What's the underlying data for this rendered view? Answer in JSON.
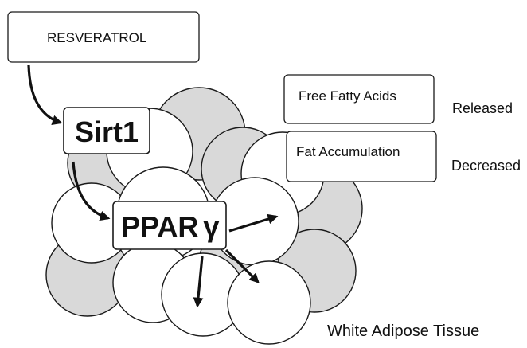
{
  "resveratrol": "RESVERATROL",
  "sirt1": "Sirt1",
  "ppar": "PPAR",
  "ppar_symbol": "γ",
  "free_fatty_acids": "Free Fatty Acids",
  "released": "Released",
  "fat_accumulation": "Fat Accumulation",
  "decreased": "Decreased",
  "tissue_label": "White Adipose Tissue"
}
